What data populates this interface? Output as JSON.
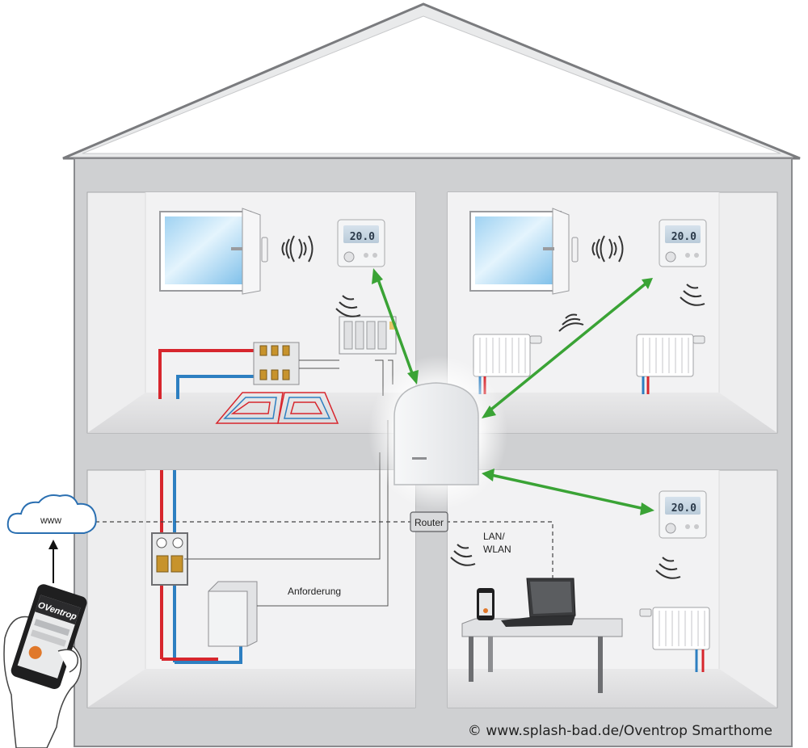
{
  "labels": {
    "cloud": "www",
    "router": "Router",
    "lan_wlan_line1": "LAN/",
    "lan_wlan_line2": "WLAN",
    "request": "Anforderung",
    "credit": "© www.splash-bad.de/Oventrop Smarthome"
  },
  "thermostats": {
    "room_top_left": "20.0",
    "room_top_right": "20.0",
    "room_bottom_right": "20.0"
  },
  "phone_brand": "OVentrop",
  "colors": {
    "wall": "#cfd0d2",
    "room": "#eeeeef",
    "outline": "#6d6e71",
    "radio_link": "#3aa335",
    "supply": "#d7262d",
    "return": "#2d7fc1"
  }
}
